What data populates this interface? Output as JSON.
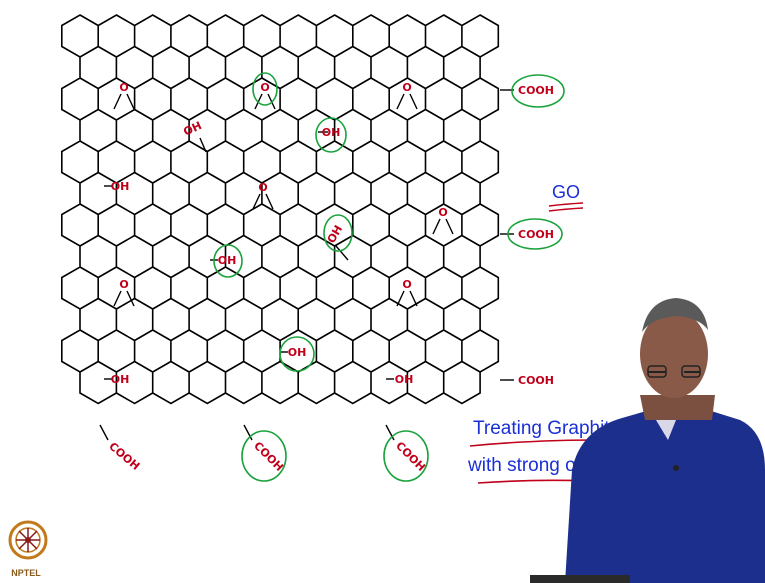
{
  "diagram": {
    "group_labels": {
      "epoxy": "O",
      "hydroxyl": "OH",
      "carboxyl": "COOH"
    },
    "right_label": "GO",
    "caption_line1": "Treating Graphite",
    "caption_line2": "with strong oxi"
  },
  "logo": {
    "text": "NPTEL"
  },
  "colors": {
    "lattice": "#000000",
    "group_text": "#c0001a",
    "highlight": "#1aa33c",
    "annotation": "#1a2fd6",
    "suit": "#1c2f8c"
  }
}
